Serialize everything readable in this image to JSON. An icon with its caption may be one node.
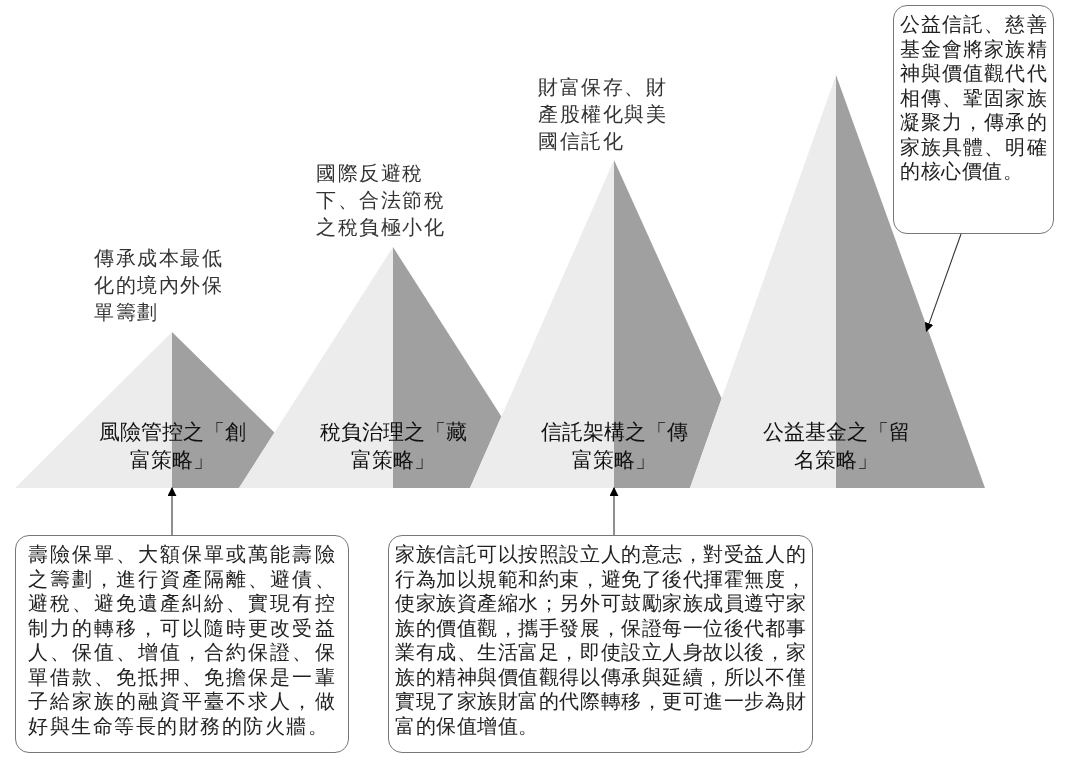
{
  "diagram": {
    "nodes": [
      {
        "text": [
          "風險管控之「創富策略」"
        ],
        "beside": [
          "傳承成本最低化的境內外保單籌劃"
        ]
      },
      {
        "text": [
          "稅負治理之「藏富策略」"
        ],
        "beside": [
          "國際反避稅下、合法節稅之稅負極小化"
        ]
      },
      {
        "text": [
          "信託架構之「傳富策略」"
        ],
        "beside": [
          "財富保存、財產股權化與美國信託化"
        ]
      },
      {
        "text": [
          "公益基金之「留名策略」"
        ]
      },
      {
        "text": [
          "公益信託、慈善基金會將家族精神與價值觀代代相傳、鞏固家族凝聚力，傳承的家族具體、明確的核心價值。"
        ]
      },
      {
        "text": [
          "壽險保單、大額保單或萬能壽險之籌劃，進行資產隔離、避債、避稅、避免遺產糾紛、實現有控制力的轉移，可以隨時更改受益人、保值、增值，合約保證、保單借款、免抵押、免擔保是一輩子給家族的融資平臺不求人，做好與生命等長的財務的防火牆。"
        ]
      },
      {
        "text": [
          "家族信託可以按照設立人的意志，對受益人的行為加以規範和約束，避免了後代揮霍無度，使家族資產縮水；另外可鼓勵家族成員遵守家族的價值觀，攜手發展，保證每一位後代都事業有成、生活富足，即使設立人身故以後，家族的精神與價值觀得以傳承與延續，所以不僅實現了家族財富的代際轉移，更可進一步為財富的保值增值。"
        ]
      }
    ],
    "edges": [
      {
        "from": 5,
        "to": 0,
        "arrow": "to"
      },
      {
        "from": 6,
        "to": 2,
        "arrow": "to"
      },
      {
        "from": 4,
        "to": 3,
        "arrow": "to"
      }
    ]
  }
}
